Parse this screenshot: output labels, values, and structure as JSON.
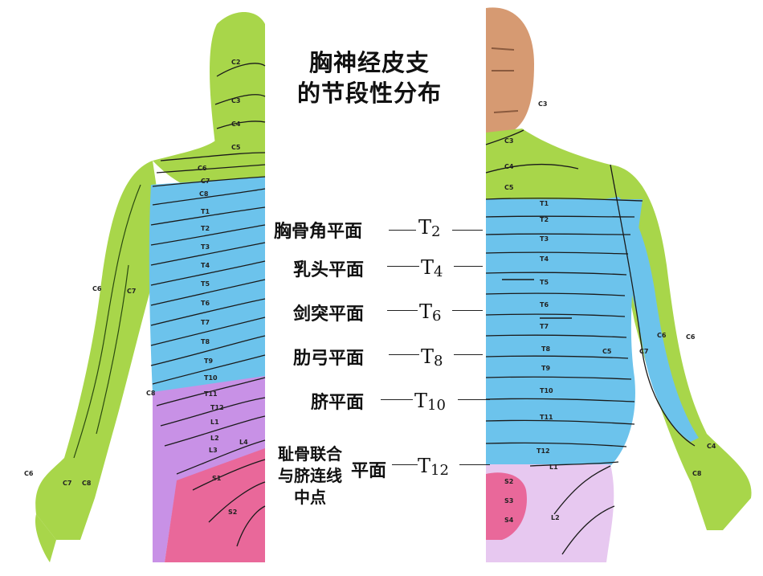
{
  "title": {
    "line1": "胸神经皮支",
    "line2": "的节段性分布"
  },
  "planes": [
    {
      "name": "胸骨角平面",
      "segment": "T",
      "num": "2"
    },
    {
      "name": "乳头平面",
      "segment": "T",
      "num": "4"
    },
    {
      "name": "剑突平面",
      "segment": "T",
      "num": "6"
    },
    {
      "name": "肋弓平面",
      "segment": "T",
      "num": "8"
    },
    {
      "name": "脐平面",
      "segment": "T",
      "num": "10"
    }
  ],
  "last_plane": {
    "name_line1": "耻骨联合",
    "name_line2": "与脐连线",
    "name_line3": "中点",
    "suffix": "平面",
    "segment": "T",
    "num": "12"
  },
  "back_labels": [
    "C2",
    "C3",
    "C4",
    "C5",
    "C6",
    "C7",
    "C8",
    "T1",
    "T2",
    "T3",
    "T4",
    "T5",
    "T6",
    "T7",
    "T8",
    "T9",
    "T10",
    "T11",
    "T12",
    "L1",
    "L2",
    "L3",
    "L4",
    "S1",
    "S2",
    "C6",
    "C7",
    "C8",
    "C6",
    "C7",
    "C8"
  ],
  "front_labels": [
    "C3",
    "C3",
    "C4",
    "C5",
    "T1",
    "T2",
    "T3",
    "T4",
    "T5",
    "T6",
    "T7",
    "T8",
    "T9",
    "T10",
    "T11",
    "T12",
    "L1",
    "L2",
    "S2",
    "S3",
    "S4",
    "C6",
    "C5",
    "C7",
    "C6",
    "C8",
    "C4"
  ],
  "colors": {
    "cervical": "#a8d64a",
    "thoracic": "#6cc3ec",
    "lumbar": "#c891e6",
    "sacral": "#e9689a",
    "skin": "#d69a72"
  }
}
